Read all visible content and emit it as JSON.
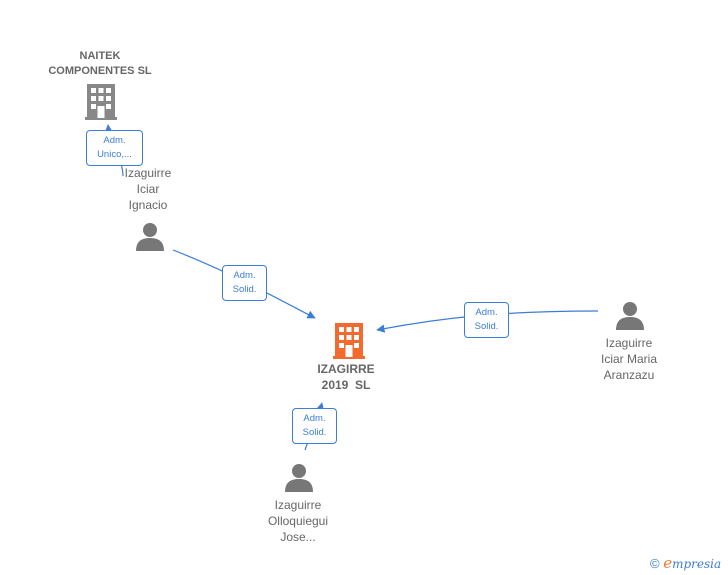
{
  "colors": {
    "edge": "#3b7dd8",
    "main_company": "#f26a2e",
    "company": "#888888",
    "person": "#777777",
    "text": "#666666"
  },
  "nodes": {
    "naitek": {
      "line1": "NAITEK",
      "line2": "COMPONENTES SL",
      "icon": "building-icon"
    },
    "izagirre": {
      "line1": "IZAGIRRE",
      "line2": "2019  SL",
      "icon": "building-icon"
    },
    "ignacio": {
      "line1": "Izaguirre",
      "line2": "Iciar",
      "line3": "Ignacio",
      "icon": "person-icon"
    },
    "aranzazu": {
      "line1": "Izaguirre",
      "line2": "Iciar Maria",
      "line3": "Aranzazu",
      "icon": "person-icon"
    },
    "olloquiegui": {
      "line1": "Izaguirre",
      "line2": "Olloquiegui",
      "line3": "Jose...",
      "icon": "person-icon"
    }
  },
  "edges": {
    "ignacio_naitek": {
      "line1": "Adm.",
      "line2": "Unico,..."
    },
    "ignacio_izagirre": {
      "line1": "Adm.",
      "line2": "Solid."
    },
    "aranzazu_izagirre": {
      "line1": "Adm.",
      "line2": "Solid."
    },
    "olloquiegui_izagirre": {
      "line1": "Adm.",
      "line2": "Solid."
    }
  },
  "footer": {
    "copyright": "©",
    "brand_initial": "e",
    "brand_rest": "mpresia"
  }
}
